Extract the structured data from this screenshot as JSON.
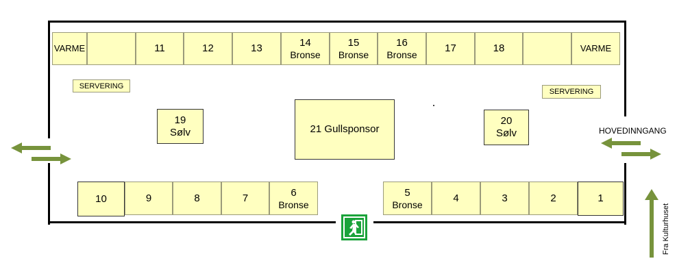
{
  "colors": {
    "booth_fill": "#ffffc0",
    "arrow_green": "#77933c",
    "exit_green": "#1aa33a",
    "wall": "#000000"
  },
  "top_row": {
    "varme_left": "VARME",
    "varme_right": "VARME",
    "b11": "11",
    "b12": "12",
    "b13": "13",
    "b14": "14",
    "b14_tier": "Bronse",
    "b15": "15",
    "b15_tier": "Bronse",
    "b16": "16",
    "b16_tier": "Bronse",
    "b17": "17",
    "b18": "18"
  },
  "servering_left": "SERVERING",
  "servering_right": "SERVERING",
  "middle": {
    "b19": "19",
    "b19_tier": "Sølv",
    "b20": "20",
    "b20_tier": "Sølv",
    "b21": "21 Gullsponsor"
  },
  "bottom_left": {
    "b10": "10",
    "b9": "9",
    "b8": "8",
    "b7": "7",
    "b6": "6",
    "b6_tier": "Bronse"
  },
  "bottom_right": {
    "b5": "5",
    "b5_tier": "Bronse",
    "b4": "4",
    "b3": "3",
    "b2": "2",
    "b1": "1"
  },
  "entrance": {
    "main_label": "HOVEDINNGANG",
    "from_label": "Fra Kulturhuset"
  },
  "icons": {
    "exit": "emergency-exit-icon",
    "two_way_arrow": "two-way-arrow-icon",
    "up_arrow": "up-arrow-icon"
  }
}
